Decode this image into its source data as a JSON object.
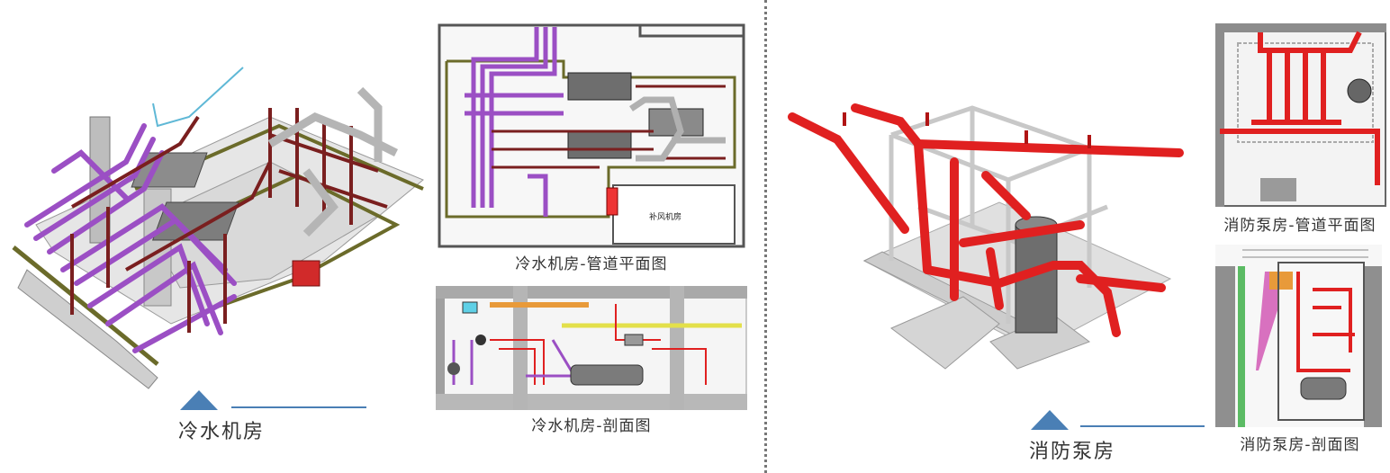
{
  "left_section": {
    "main_label": "冷水机房",
    "captions": {
      "plan": "冷水机房-管道平面图",
      "section": "冷水机房-剖面图"
    },
    "plan_room_label": "补风机房"
  },
  "right_section": {
    "main_label": "消防泵房",
    "captions": {
      "plan": "消防泵房-管道平面图",
      "section": "消防泵房-剖面图"
    }
  },
  "colors": {
    "accent": "#4a7fb5",
    "purple_pipe": "#9b4fc4",
    "dark_red_pipe": "#7a1f1f",
    "red_pipe": "#e02020",
    "olive_line": "#6b6b2a"
  }
}
